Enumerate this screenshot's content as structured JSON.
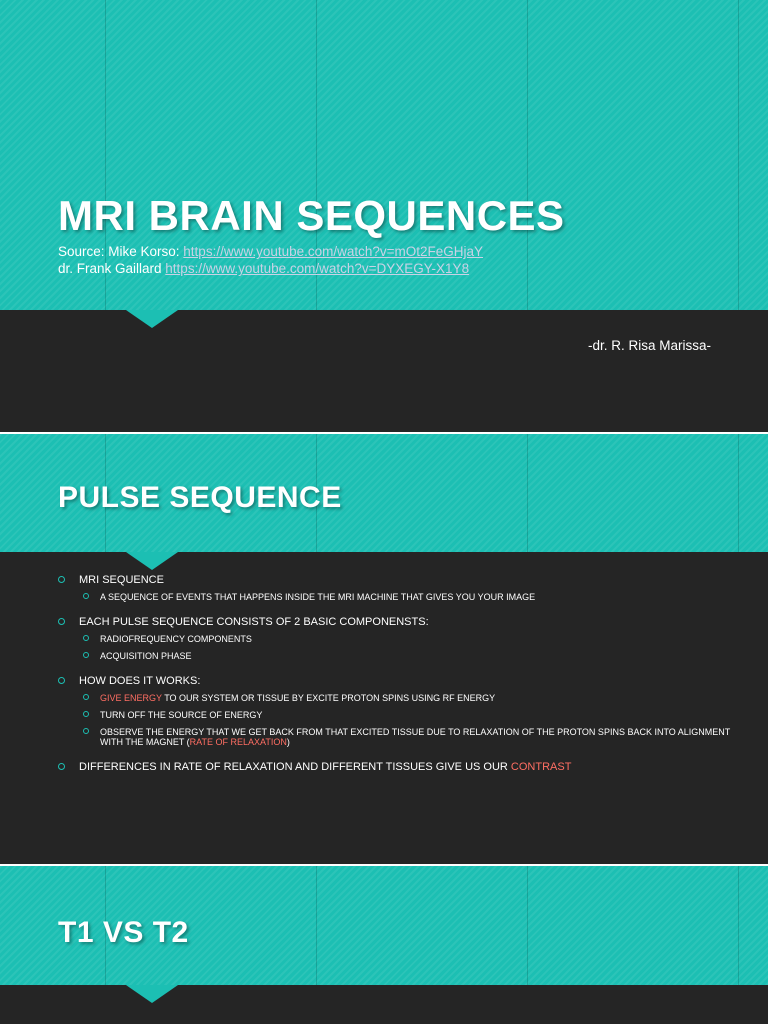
{
  "slide1": {
    "title": "MRI BRAIN SEQUENCES",
    "source_line1_prefix": "Source: Mike Korso: ",
    "source_line1_link": "https://www.youtube.com/watch?v=mOt2FeGHjaY",
    "source_line2_prefix": "dr. Frank Gaillard ",
    "source_line2_link": "https://www.youtube.com/watch?v=DYXEGY-X1Y8",
    "author": "-dr. R. Risa Marissa-"
  },
  "slide2": {
    "title": "PULSE SEQUENCE",
    "bullets": [
      {
        "text": "MRI SEQUENCE",
        "sub": [
          {
            "parts": [
              {
                "t": "A SEQUENCE OF EVENTS THAT HAPPENS INSIDE THE MRI MACHINE THAT GIVES YOU YOUR IMAGE",
                "hl": false
              }
            ]
          }
        ]
      },
      {
        "text": "EACH PULSE SEQUENCE CONSISTS OF 2 BASIC COMPONENSTS:",
        "sub": [
          {
            "parts": [
              {
                "t": "RADIOFREQUENCY COMPONENTS",
                "hl": false
              }
            ]
          },
          {
            "parts": [
              {
                "t": "ACQUISITION PHASE",
                "hl": false
              }
            ]
          }
        ]
      },
      {
        "text": "HOW DOES IT WORKS:",
        "sub": [
          {
            "parts": [
              {
                "t": "GIVE ENERGY",
                "hl": true
              },
              {
                "t": " TO OUR SYSTEM OR TISSUE BY EXCITE PROTON SPINS USING RF ENERGY",
                "hl": false
              }
            ]
          },
          {
            "parts": [
              {
                "t": "TURN OFF THE SOURCE OF ENERGY",
                "hl": false
              }
            ]
          },
          {
            "parts": [
              {
                "t": "OBSERVE THE ENERGY THAT WE GET BACK FROM THAT EXCITED TISSUE DUE TO RELAXATION OF THE PROTON SPINS BACK INTO ALIGNMENT WITH THE MAGNET (",
                "hl": false
              },
              {
                "t": "RATE OF RELAXATION",
                "hl": true
              },
              {
                "t": ")",
                "hl": false
              }
            ]
          }
        ]
      },
      {
        "parts": [
          {
            "t": "DIFFERENCES IN RATE OF RELAXATION AND DIFFERENT TISSUES GIVE US OUR ",
            "hl": false
          },
          {
            "t": "CONTRAST",
            "hl": true
          }
        ],
        "sub": []
      }
    ]
  },
  "slide3": {
    "title": "T1 VS T2"
  },
  "colors": {
    "accent": "#1cbfb3",
    "dark": "#252525",
    "highlight": "#ff6e63",
    "link": "#c9d2e6"
  }
}
